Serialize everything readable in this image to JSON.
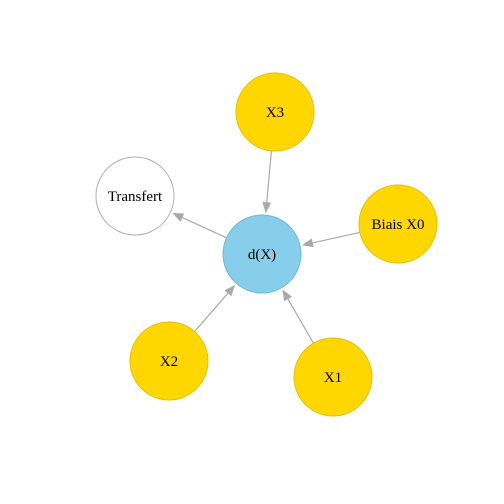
{
  "nodes": [
    {
      "id": "x3",
      "label": "X3",
      "color": "#ffd700",
      "stroke": "#e8c000"
    },
    {
      "id": "transfert",
      "label": "Transfert",
      "color": "#ffffff",
      "stroke": "#b0b0b0"
    },
    {
      "id": "biais",
      "label": "Biais X0",
      "color": "#ffd700",
      "stroke": "#e8c000"
    },
    {
      "id": "dx",
      "label": "d(X)",
      "color": "#87ceeb",
      "stroke": "#70b8d8"
    },
    {
      "id": "x2",
      "label": "X2",
      "color": "#ffd700",
      "stroke": "#e8c000"
    },
    {
      "id": "x1",
      "label": "X1",
      "color": "#ffd700",
      "stroke": "#e8c000"
    }
  ],
  "edges": [
    {
      "from": "x3",
      "to": "dx"
    },
    {
      "from": "biais",
      "to": "dx"
    },
    {
      "from": "x2",
      "to": "dx"
    },
    {
      "from": "x1",
      "to": "dx"
    },
    {
      "from": "dx",
      "to": "transfert"
    }
  ],
  "edge_color": "#a9a9a9"
}
